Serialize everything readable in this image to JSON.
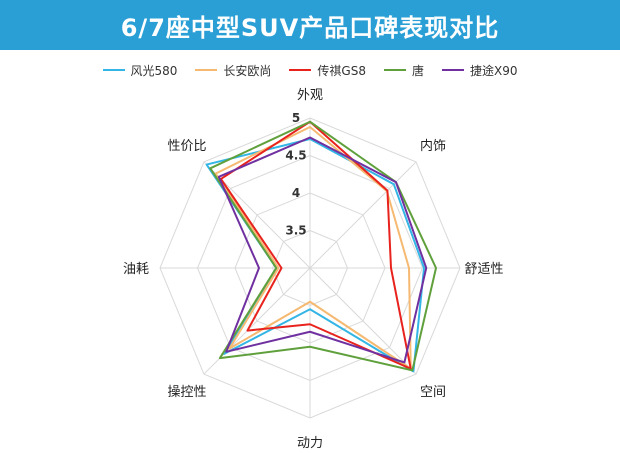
{
  "title": "6/7座中型SUV产品口碑表现对比",
  "chart_data": {
    "type": "radar",
    "categories": [
      "外观",
      "内饰",
      "舒适性",
      "空间",
      "动力",
      "操控性",
      "油耗",
      "性价比"
    ],
    "range": [
      3,
      5
    ],
    "ticks": [
      3.5,
      4,
      4.5,
      5
    ],
    "tick_labels": [
      "3.5",
      "4",
      "4.5",
      "5"
    ],
    "series": [
      {
        "name": "风光580",
        "color": "#33b5e5",
        "values": [
          4.72,
          4.58,
          4.52,
          4.95,
          3.55,
          4.62,
          3.45,
          4.95
        ]
      },
      {
        "name": "长安欧尚",
        "color": "#f5b971",
        "values": [
          4.88,
          4.45,
          4.32,
          4.9,
          3.45,
          4.52,
          3.42,
          4.78
        ]
      },
      {
        "name": "传祺GS8",
        "color": "#e8231e",
        "values": [
          4.95,
          4.46,
          4.08,
          4.9,
          3.75,
          4.18,
          3.38,
          4.68
        ]
      },
      {
        "name": "唐",
        "color": "#5fa03c",
        "values": [
          4.95,
          4.62,
          4.68,
          4.93,
          4.05,
          4.7,
          3.45,
          4.88
        ]
      },
      {
        "name": "捷途X90",
        "color": "#7030a0",
        "values": [
          4.74,
          4.62,
          4.55,
          4.78,
          3.85,
          4.58,
          3.68,
          4.72
        ]
      }
    ],
    "grid": true,
    "legend_position": "top"
  }
}
